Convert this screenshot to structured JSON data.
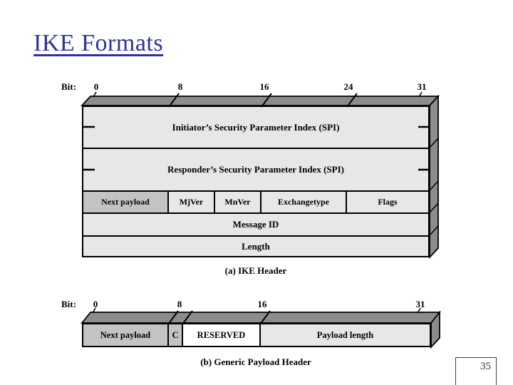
{
  "title": "IKE Formats",
  "page_number": "35",
  "colors": {
    "title_blue": "#31319c",
    "face_gray": "#8c8c8c",
    "cell_light": "#e7e7e7",
    "cell_shaded": "#c3c3c3",
    "reserved_white": "#ffffff"
  },
  "diagram_a": {
    "bit_prefix": "Bit:",
    "ticks": [
      "0",
      "8",
      "16",
      "24",
      "31"
    ],
    "row_initiator": "Initiator’s Security Parameter Index (SPI)",
    "row_responder": "Responder’s Security Parameter Index (SPI)",
    "fields": [
      "Next payload",
      "MjVer",
      "MnVer",
      "Exchangetype",
      "Flags"
    ],
    "row_message_id": "Message ID",
    "row_length": "Length",
    "caption": "(a) IKE Header"
  },
  "diagram_b": {
    "bit_prefix": "Bit:",
    "ticks": [
      "0",
      "8",
      "16",
      "31"
    ],
    "fields": [
      "Next payload",
      "C",
      "RESERVED",
      "Payload length"
    ],
    "caption": "(b) Generic Payload Header"
  }
}
